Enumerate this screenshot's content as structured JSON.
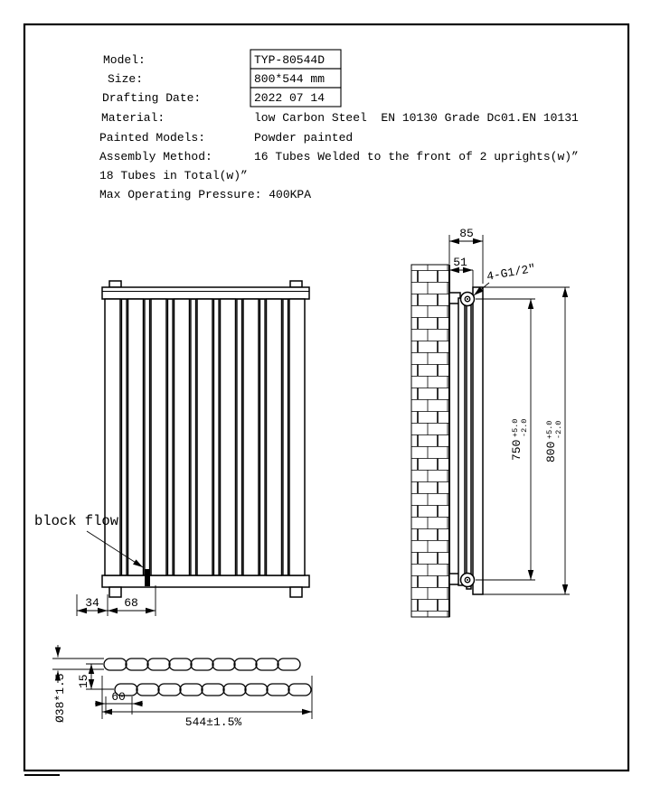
{
  "colors": {
    "ink": "#000000",
    "paper": "#ffffff"
  },
  "spec": {
    "model_label": "Model:",
    "model_value": "TYP-80544D",
    "size_label": "Size:",
    "size_value": "800*544 mm",
    "date_label": "Drafting Date:",
    "date_value": "2022 07 14",
    "material_label": "Material:",
    "material_value": "low Carbon Steel  EN 10130 Grade Dc01.EN 10131",
    "painted_label": "Painted Models:",
    "painted_value": "Powder painted",
    "assembly_label": "Assembly Method:",
    "assembly_value": "16 Tubes Welded to the front of 2 uprights(w)”",
    "assembly_value_cont": "18 Tubes in Total(w)”",
    "pressure_line": "Max Operating Pressure: 400KPA"
  },
  "front_view": {
    "dim_34": "34",
    "dim_68": "68",
    "block_flow_label": "block flow"
  },
  "side_view": {
    "dim_85": "85",
    "dim_51": "51",
    "thread_label": "4-G1/2\"",
    "dim_750_value": "750",
    "dim_750_tol_plus": "+5.0",
    "dim_750_tol_minus": "-2.0",
    "dim_800_value": "800",
    "dim_800_tol_plus": "+5.0",
    "dim_800_tol_minus": "-2.0"
  },
  "bottom_view": {
    "tube_spec": "Ø38*1.5",
    "dim_15": "15",
    "dim_60": "60",
    "dim_544": "544±1.5%"
  }
}
